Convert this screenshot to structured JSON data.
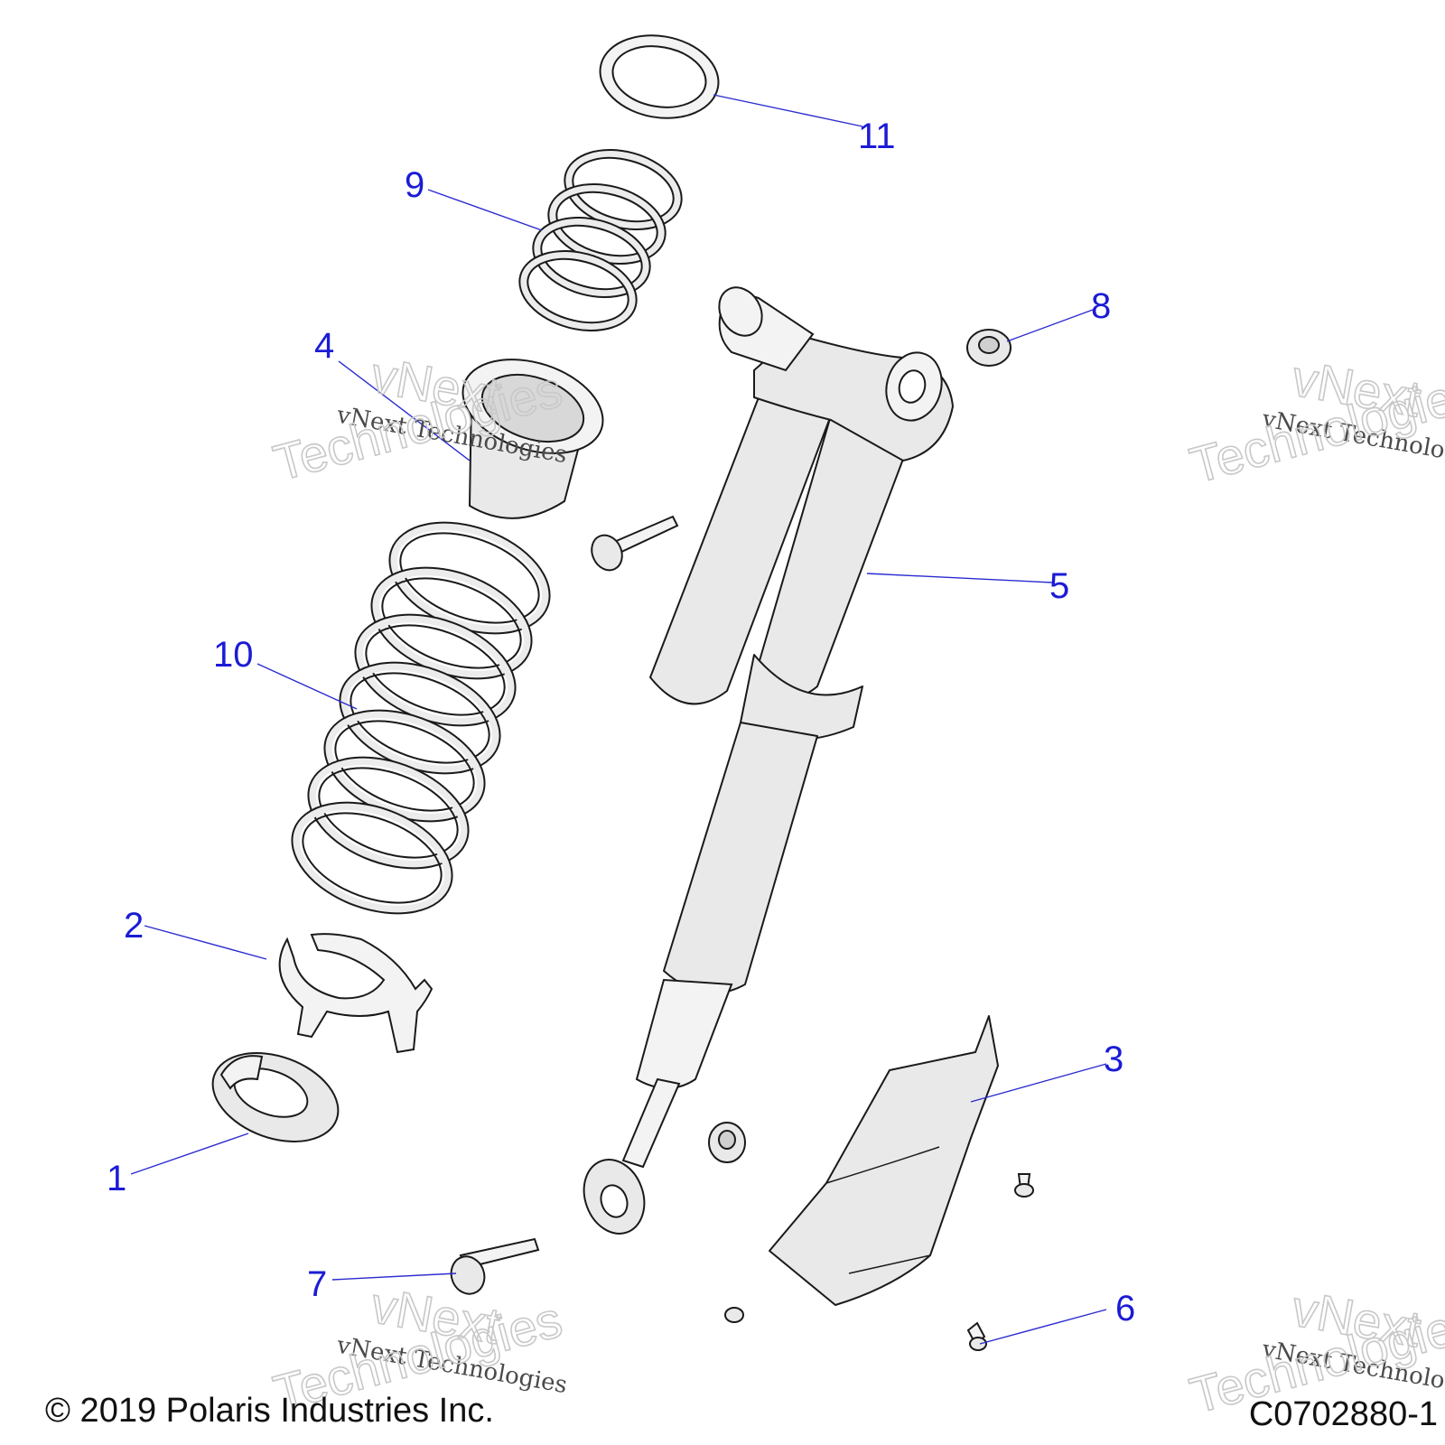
{
  "diagram": {
    "callouts": [
      {
        "id": "1",
        "label": "1"
      },
      {
        "id": "2",
        "label": "2"
      },
      {
        "id": "3",
        "label": "3"
      },
      {
        "id": "4",
        "label": "4"
      },
      {
        "id": "5",
        "label": "5"
      },
      {
        "id": "6",
        "label": "6"
      },
      {
        "id": "7",
        "label": "7"
      },
      {
        "id": "8",
        "label": "8"
      },
      {
        "id": "9",
        "label": "9"
      },
      {
        "id": "10",
        "label": "10"
      },
      {
        "id": "11",
        "label": "11"
      }
    ],
    "watermark": {
      "script": "vNext Technologies",
      "outline_top": "vNext",
      "outline_bottom": "Technologies"
    },
    "footer": {
      "copyright": "© 2019 Polaris Industries Inc.",
      "code": "C0702880-1"
    },
    "colors": {
      "callout": "#1b1bd6",
      "leader": "#2b2bd0",
      "part_fill": "#e9e9e9"
    }
  }
}
